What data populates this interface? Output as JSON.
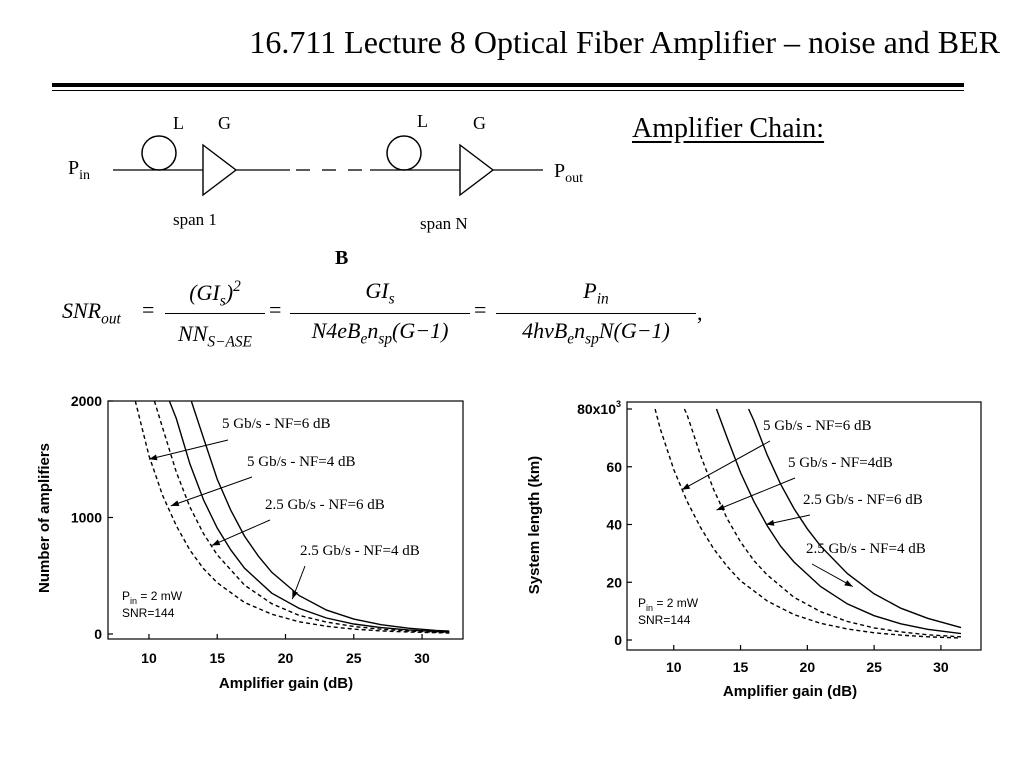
{
  "slide": {
    "title": "16.711 Lecture 8 Optical Fiber Amplifier – noise and BER",
    "section_heading": "Amplifier Chain:"
  },
  "diagram": {
    "input_label": "P",
    "input_sub": "in",
    "output_label": "P",
    "output_sub": "out",
    "spans": [
      {
        "loss_label": "L",
        "gain_label": "G",
        "name": "span 1"
      },
      {
        "loss_label": "L",
        "gain_label": "G",
        "name": "span N"
      }
    ],
    "bandwidth_symbol": "B"
  },
  "equation": {
    "lhs": "SNR",
    "lhs_sub": "out",
    "eq": "=",
    "frac1_num": "(GI",
    "frac1_num_sub": "s",
    "frac1_num_tail": ")",
    "frac1_num_sup": "2",
    "frac1_den": "NN",
    "frac1_den_sub": "S−ASE",
    "frac2_num": "GI",
    "frac2_num_sub": "s",
    "frac2_den_a": "N4eB",
    "frac2_den_a_sub": "e",
    "frac2_den_b": "n",
    "frac2_den_b_sub": "sp",
    "frac2_den_c": "(G−1)",
    "frac3_num": "P",
    "frac3_num_sub": "in",
    "frac3_den_a": "4hνB",
    "frac3_den_a_sub": "e",
    "frac3_den_b": "n",
    "frac3_den_b_sub": "sp",
    "frac3_den_c": "N(G−1)",
    "trail": ","
  },
  "chart_data": [
    {
      "type": "line",
      "xlabel": "Amplifier gain (dB)",
      "ylabel": "Number of amplifiers",
      "xlim": [
        7,
        33
      ],
      "ylim": [
        0,
        2000
      ],
      "x_ticks": [
        10,
        15,
        20,
        25,
        30
      ],
      "y_ticks": [
        0,
        1000,
        2000
      ],
      "y_tick_labels": [
        "0",
        "1000",
        "2000"
      ],
      "note": {
        "line1": "P",
        "line1_sub": "in",
        "line1_tail": " = 2 mW",
        "line2": "SNR=144"
      },
      "series": [
        {
          "name": "5 Gb/s - NF=6 dB",
          "style": "dashed",
          "x": [
            9.0,
            10,
            11,
            12,
            13,
            14,
            15,
            17,
            19,
            21,
            23,
            25,
            27,
            29,
            31,
            32
          ],
          "y": [
            2000,
            1530,
            1190,
            930,
            720,
            560,
            440,
            270,
            170,
            105,
            66,
            42,
            27,
            17,
            11,
            9
          ]
        },
        {
          "name": "5 Gb/s - NF=4 dB",
          "style": "dashed",
          "x": [
            10.4,
            11,
            12,
            13,
            14,
            15,
            17,
            19,
            21,
            23,
            25,
            27,
            29,
            31,
            32
          ],
          "y": [
            2000,
            1770,
            1390,
            1090,
            860,
            680,
            420,
            260,
            160,
            102,
            64,
            41,
            26,
            16,
            13
          ]
        },
        {
          "name": "2.5 Gb/s - NF=6 dB",
          "style": "solid",
          "x": [
            11.5,
            12,
            13,
            14,
            15,
            16,
            17,
            19,
            21,
            23,
            25,
            27,
            29,
            31,
            32
          ],
          "y": [
            2000,
            1850,
            1460,
            1150,
            910,
            720,
            565,
            350,
            220,
            137,
            86,
            55,
            35,
            22,
            17
          ]
        },
        {
          "name": "2.5 Gb/s - NF=4 dB",
          "style": "solid",
          "x": [
            13.1,
            14,
            15,
            16,
            17,
            18,
            19,
            21,
            23,
            25,
            27,
            29,
            31,
            32
          ],
          "y": [
            2000,
            1680,
            1330,
            1060,
            840,
            670,
            530,
            330,
            205,
            128,
            80,
            50,
            31,
            25
          ]
        }
      ]
    },
    {
      "type": "line",
      "xlabel": "Amplifier gain (dB)",
      "ylabel": "System length (km)",
      "xlim": [
        6.5,
        33
      ],
      "ylim": [
        0,
        80000
      ],
      "x_ticks": [
        10,
        15,
        20,
        25,
        30
      ],
      "y_ticks": [
        0,
        20000,
        40000,
        60000,
        80000
      ],
      "y_tick_labels": [
        "0",
        "20",
        "40",
        "60",
        "80x10"
      ],
      "y_top_sup": "3",
      "note": {
        "line1": "P",
        "line1_sub": "in",
        "line1_tail": " = 2 mW",
        "line2": "SNR=144"
      },
      "series": [
        {
          "name": "5 Gb/s - NF=6 dB",
          "style": "dashed",
          "x": [
            8.6,
            9,
            10,
            11,
            12,
            13,
            14,
            15,
            17,
            19,
            21,
            23,
            25,
            27,
            29,
            31.5
          ],
          "y": [
            80000,
            73000,
            59000,
            48000,
            39000,
            31500,
            25500,
            20500,
            13500,
            8800,
            5800,
            3800,
            2500,
            1700,
            1100,
            700
          ]
        },
        {
          "name": "5 Gb/s - NF=4dB",
          "style": "dashed",
          "x": [
            10.8,
            11,
            12,
            13,
            14,
            15,
            16,
            17,
            19,
            21,
            23,
            25,
            27,
            29,
            31.5
          ],
          "y": [
            80000,
            78000,
            64000,
            52000,
            42000,
            34000,
            27500,
            22500,
            14800,
            9800,
            6400,
            4200,
            2800,
            1800,
            1100
          ]
        },
        {
          "name": "2.5 Gb/s - NF=6 dB",
          "style": "solid",
          "x": [
            13.2,
            14,
            15,
            16,
            17,
            18,
            19,
            21,
            23,
            25,
            27,
            29,
            31.5
          ],
          "y": [
            80000,
            70000,
            58000,
            48000,
            39500,
            32500,
            27000,
            18500,
            12500,
            8400,
            5600,
            3700,
            2200
          ]
        },
        {
          "name": "2.5 Gb/s - NF=4 dB",
          "style": "solid",
          "x": [
            15.6,
            16,
            17,
            18,
            19,
            20,
            21,
            23,
            25,
            27,
            29,
            31.5
          ],
          "y": [
            80000,
            76000,
            64000,
            54000,
            45500,
            38500,
            32500,
            23000,
            16000,
            11000,
            7500,
            4300
          ]
        }
      ]
    }
  ]
}
